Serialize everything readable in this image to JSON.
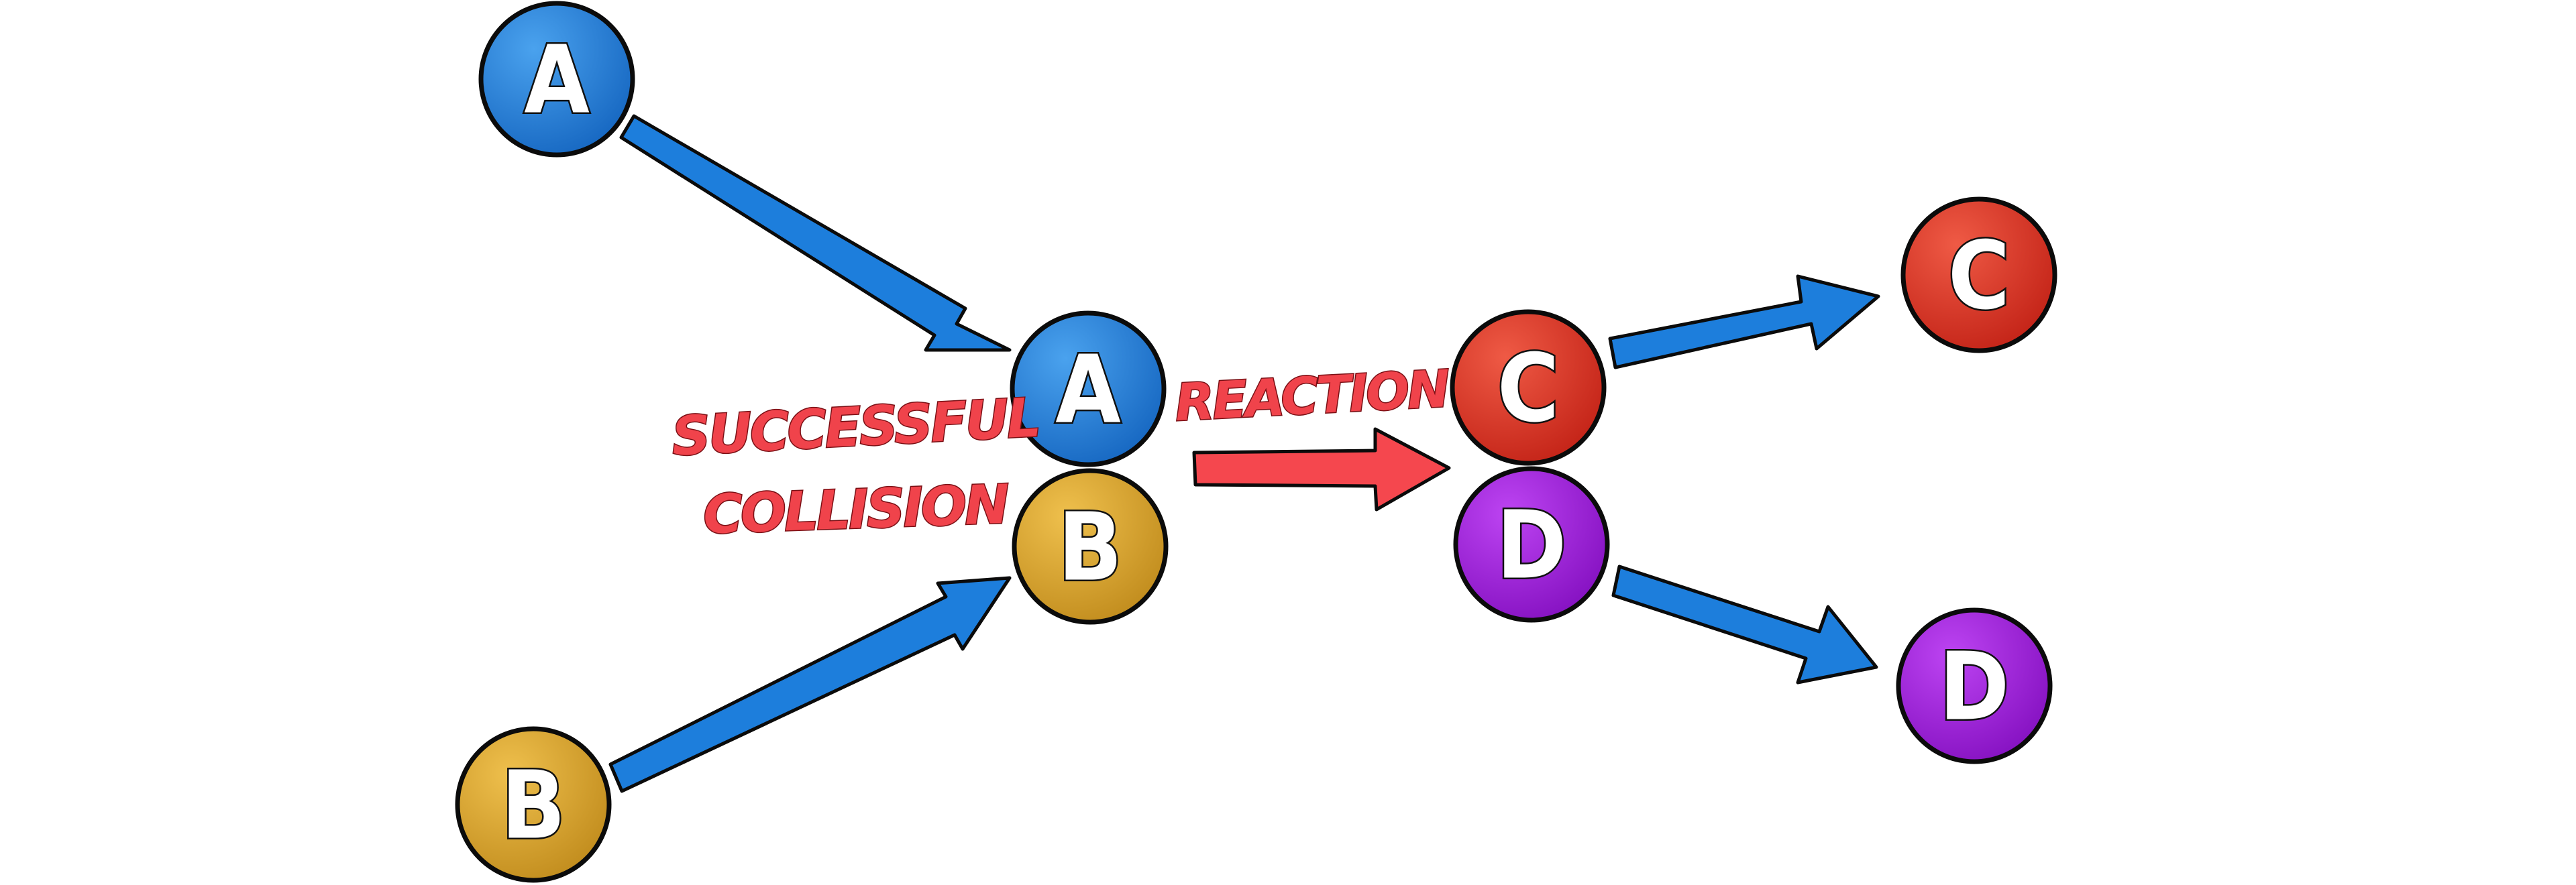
{
  "colors": {
    "blue": "#1f7fd8",
    "gold": "#d9a42b",
    "red": "#d92f24",
    "purple": "#9b20d6",
    "blue_arrow": "#1d7edc",
    "red_arrow": "#f5474e",
    "label": "#f0434b"
  },
  "particles": {
    "reactant_a": "A",
    "reactant_b": "B",
    "collision_a": "A",
    "collision_b": "B",
    "complex_c": "C",
    "complex_d": "D",
    "product_c": "C",
    "product_d": "D"
  },
  "labels": {
    "successful": "SUCCESSFUL",
    "collision": "COLLISION",
    "reaction": "REACTION"
  }
}
